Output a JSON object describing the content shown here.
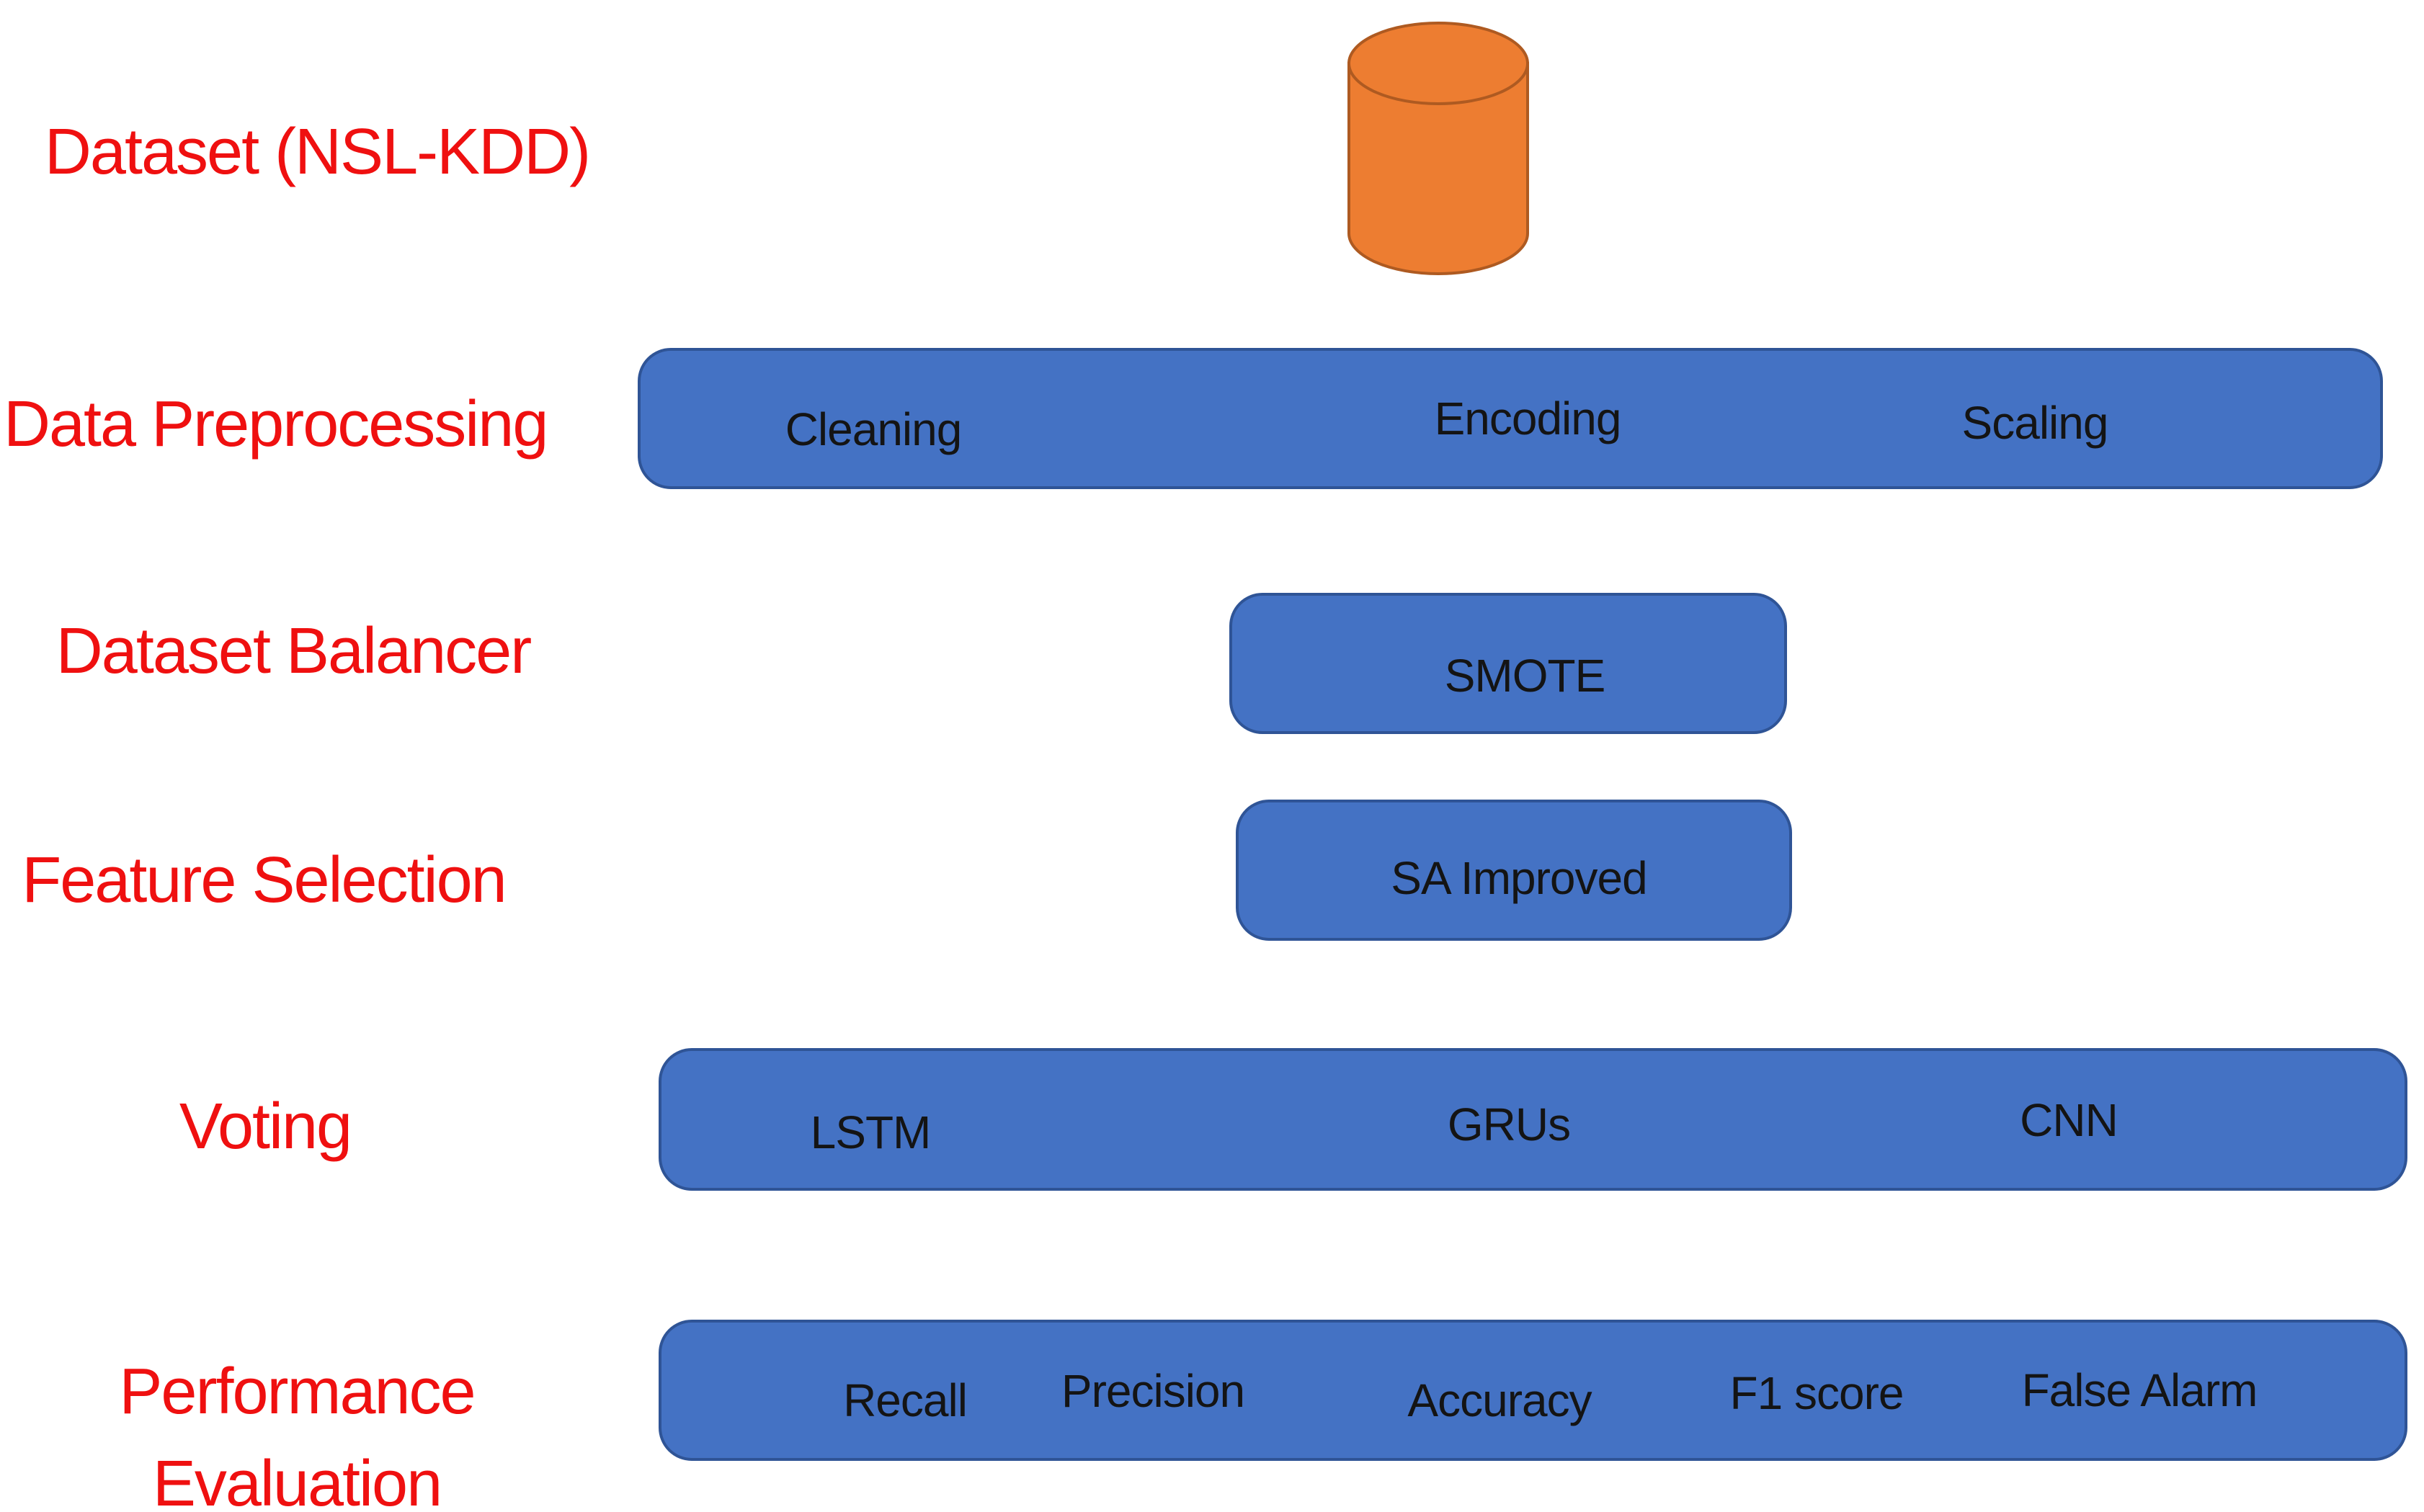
{
  "colors": {
    "label-red": "#EF1010",
    "box-fill": "#4472C4",
    "box-border": "#2F5496",
    "box-text": "#141414",
    "cylinder-fill": "#ED7D31",
    "cylinder-border": "#AE5A21",
    "background": "#FFFFFF"
  },
  "stages": {
    "dataset": {
      "label": "Dataset (NSL-KDD)",
      "icon": "database-cylinder-icon"
    },
    "preprocessing": {
      "label": "Data Preprocessing",
      "items": [
        "Cleaning",
        "Encoding",
        "Scaling"
      ]
    },
    "balancer": {
      "label": "Dataset Balancer",
      "items": [
        "SMOTE"
      ]
    },
    "feature_selection": {
      "label": "Feature Selection",
      "items": [
        "SA Improved"
      ]
    },
    "voting": {
      "label": "Voting",
      "items": [
        "LSTM",
        "GRUs",
        "CNN"
      ]
    },
    "evaluation": {
      "label_line1": "Performance",
      "label_line2": "Evaluation",
      "items": [
        "Recall",
        "Precision",
        "Accuracy",
        "F1 score",
        "False Alarm"
      ]
    }
  }
}
